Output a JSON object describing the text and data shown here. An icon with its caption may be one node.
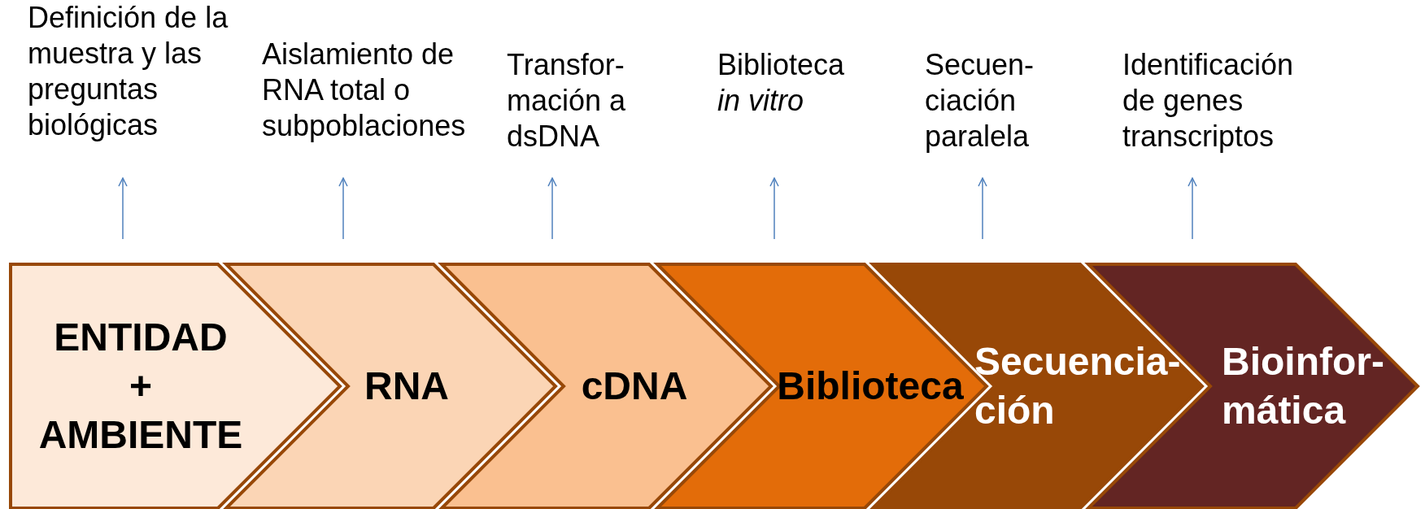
{
  "diagram": {
    "nodes": [
      {
        "text": [
          "Definición de la muestra y las preguntas biológicas"
        ]
      },
      {
        "text": [
          "Aislamiento de RNA total o subpoblaciones"
        ]
      },
      {
        "text": [
          "Transfor- mación a dsDNA"
        ]
      },
      {
        "text": [
          "Biblioteca *in vitro*"
        ]
      },
      {
        "text": [
          "Secuen- ciación paralela"
        ]
      },
      {
        "text": [
          "Identificación de genes transcriptos"
        ]
      },
      {
        "text": [
          "ENTIDAD + AMBIENTE"
        ]
      },
      {
        "text": [
          "RNA"
        ]
      },
      {
        "text": [
          "cDNA"
        ]
      },
      {
        "text": [
          "Biblioteca"
        ]
      },
      {
        "text": [
          "Secuencia- ción"
        ]
      },
      {
        "text": [
          "Bioinfor- mática"
        ]
      }
    ],
    "edges": [
      {
        "from": 6,
        "to": 0,
        "arrow": "to"
      },
      {
        "from": 7,
        "to": 1,
        "arrow": "to"
      },
      {
        "from": 8,
        "to": 2,
        "arrow": "to"
      },
      {
        "from": 9,
        "to": 3,
        "arrow": "to"
      },
      {
        "from": 10,
        "to": 4,
        "arrow": "to"
      },
      {
        "from": 11,
        "to": 5,
        "arrow": "to"
      }
    ]
  }
}
